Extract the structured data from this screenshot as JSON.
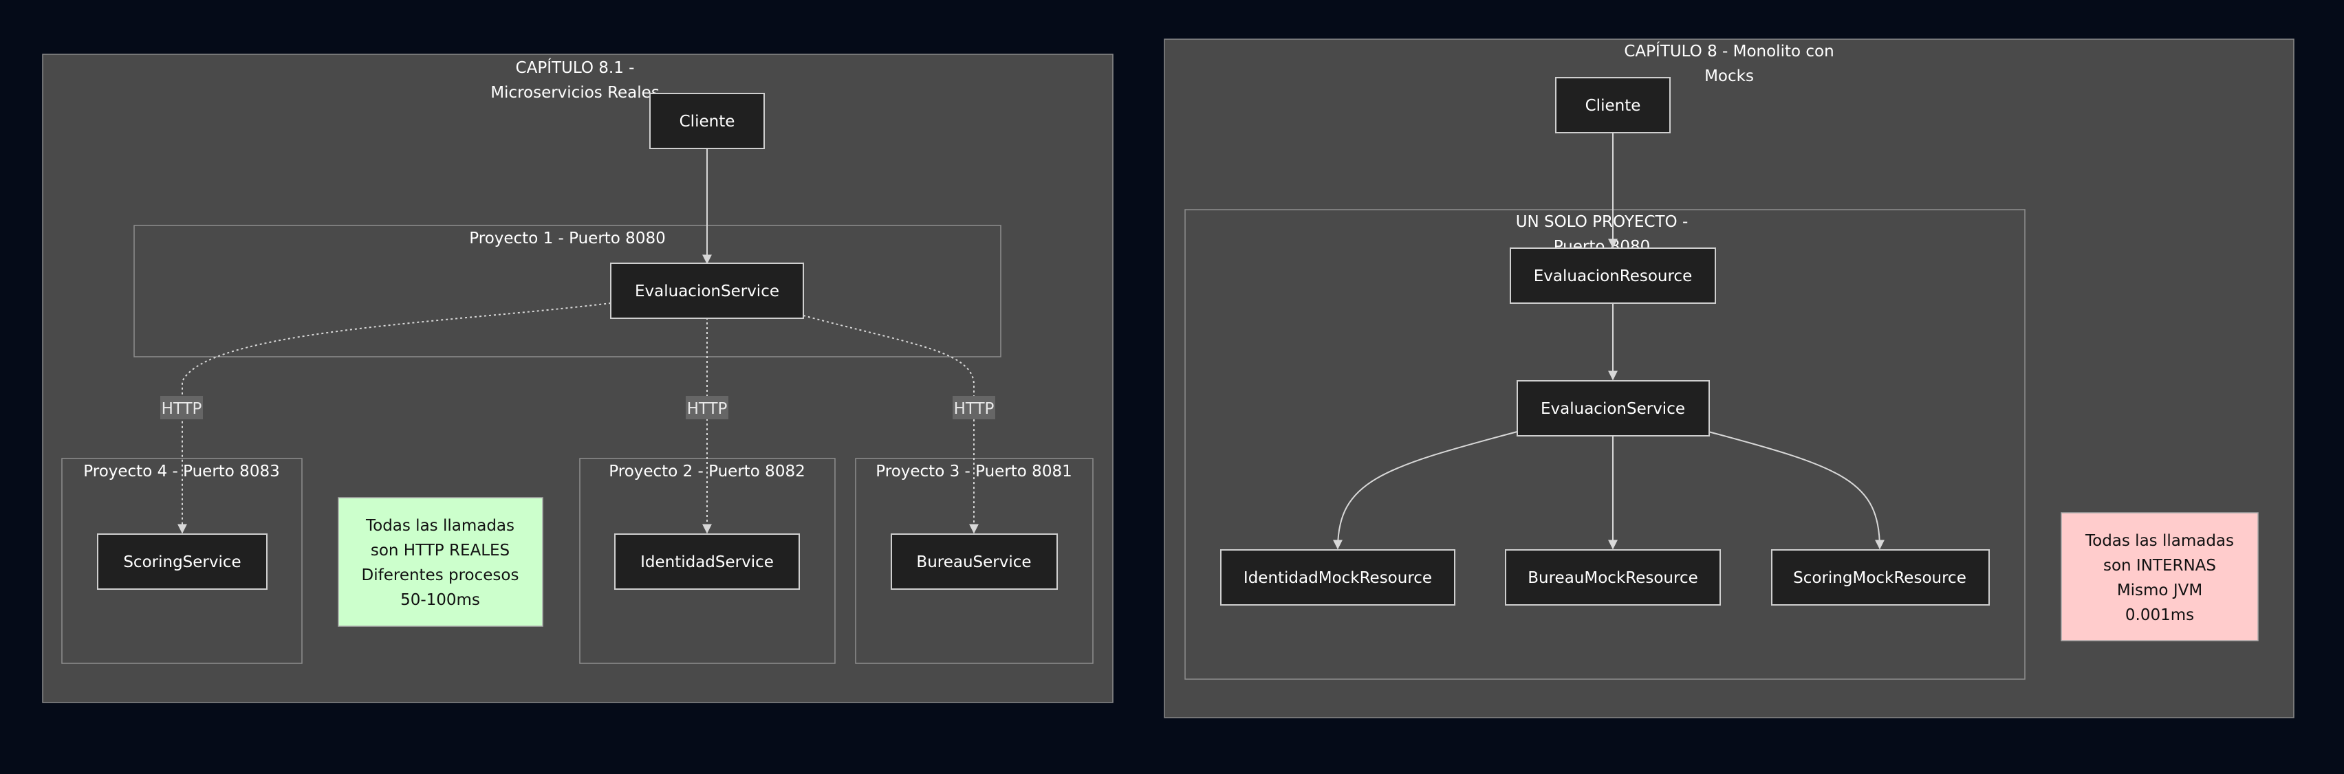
{
  "diagram": {
    "left": {
      "title_line1": "CAPÍTULO 8.1 -",
      "title_line2": "Microservicios Reales",
      "nodes": {
        "cliente": "Cliente",
        "evaluacion_service": "EvaluacionService",
        "scoring_service": "ScoringService",
        "identidad_service": "IdentidadService",
        "bureau_service": "BureauService"
      },
      "groups": {
        "proyecto1": "Proyecto 1 - Puerto 8080",
        "proyecto4": "Proyecto 4 - Puerto 8083",
        "proyecto2": "Proyecto 2 - Puerto 8082",
        "proyecto3": "Proyecto 3 - Puerto 8081"
      },
      "edge_labels": {
        "http_scoring": "HTTP",
        "http_identidad": "HTTP",
        "http_bureau": "HTTP"
      },
      "note": {
        "line1": "Todas las llamadas",
        "line2": "son HTTP REALES",
        "line3": "Diferentes procesos",
        "line4": "50-100ms",
        "color": "#ccffcc"
      }
    },
    "right": {
      "title_line1": "CAPÍTULO 8 - Monolito con",
      "title_line2": "Mocks",
      "nodes": {
        "cliente": "Cliente",
        "evaluacion_resource": "EvaluacionResource",
        "evaluacion_service": "EvaluacionService",
        "identidad_mock": "IdentidadMockResource",
        "bureau_mock": "BureauMockResource",
        "scoring_mock": "ScoringMockResource"
      },
      "groups": {
        "solo_line1": "UN SOLO PROYECTO -",
        "solo_line2": "Puerto 8080"
      },
      "note": {
        "line1": "Todas las llamadas",
        "line2": "son INTERNAS",
        "line3": "Mismo JVM",
        "line4": "0.001ms",
        "color": "#ffcccc"
      }
    },
    "colors": {
      "background": "#050b18",
      "panel": "#4a4a4a",
      "node_fill": "#202020",
      "node_stroke": "#cfcfcf"
    }
  }
}
